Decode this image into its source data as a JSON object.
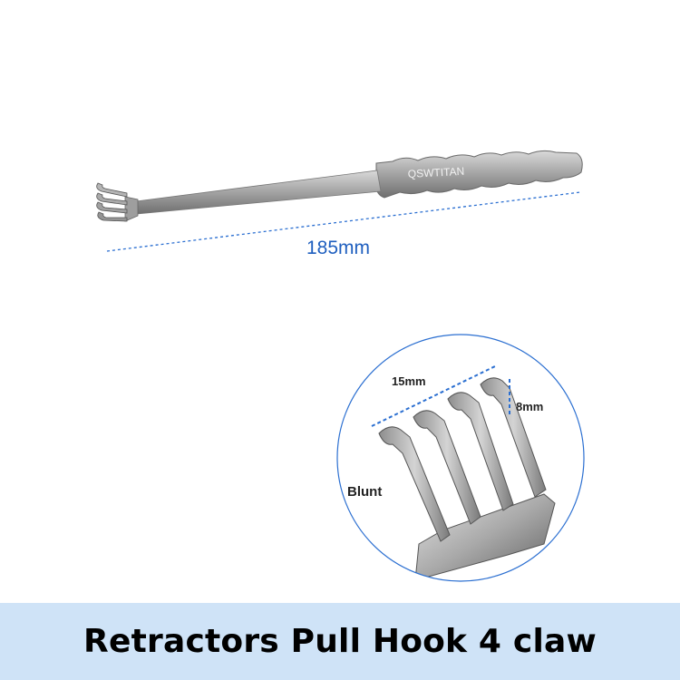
{
  "product": {
    "title": "Retractors Pull Hook 4 claw",
    "brand_engraving": "QSWTITAN"
  },
  "measurements": {
    "total_length": "185mm",
    "claw_span": "15mm",
    "claw_depth": "8mm",
    "tip_type": "Blunt"
  },
  "colors": {
    "caption_background": "#cfe3f7",
    "dimension_line": "#2b6fd1",
    "length_text": "#1f5fbf",
    "steel": "#9a9a9a"
  }
}
